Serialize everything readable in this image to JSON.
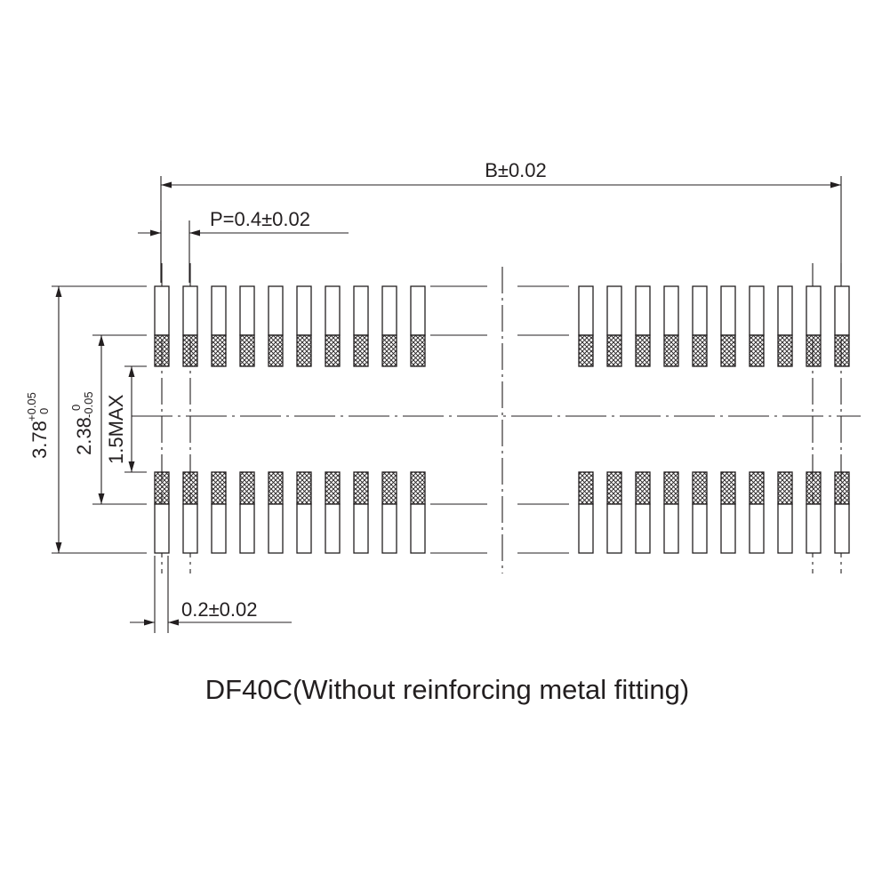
{
  "dimensions": {
    "b_width": "B±0.02",
    "pitch": "P=0.4±0.02",
    "contact_width": "0.2±0.02",
    "overall_height": "3.78",
    "overall_height_tol_upper": "+0.05",
    "overall_height_tol_lower": "0",
    "inner_height": "2.38",
    "inner_height_tol_upper": "0",
    "inner_height_tol_lower": "-0.05",
    "max_gap": "1.5MAX"
  },
  "caption": "DF40C(Without reinforcing metal fitting)",
  "pads": {
    "left_group_count": 10,
    "right_group_count": 10
  }
}
